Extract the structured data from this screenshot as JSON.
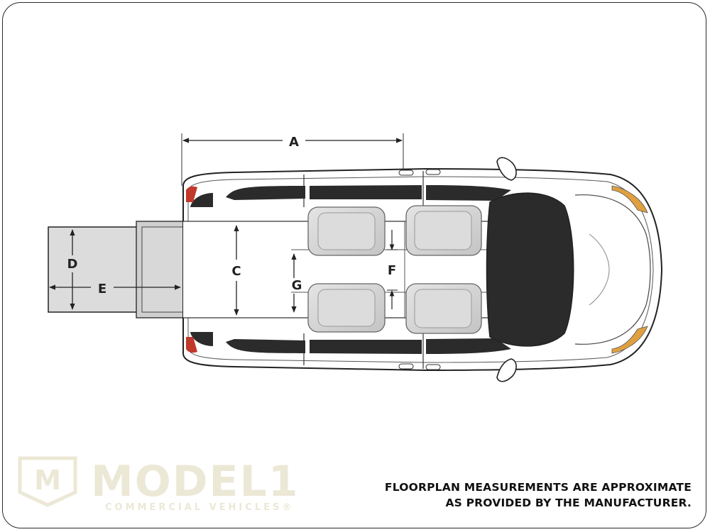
{
  "dimension_labels": {
    "a": "A",
    "c": "C",
    "d": "D",
    "e": "E",
    "f": "F",
    "g": "G"
  },
  "disclaimer": {
    "line1": "FLOORPLAN MEASUREMENTS ARE APPROXIMATE",
    "line2": "AS PROVIDED BY THE MANUFACTURER."
  },
  "logo": {
    "mark": "M",
    "word": "MODEL1",
    "sub": "COMMERCIAL VEHICLES®"
  },
  "colors": {
    "outline": "#222222",
    "glass": "#2b2b2b",
    "seat": "#d4d4d4",
    "ramp": "#dcdcdc",
    "taillight": "#c0392b",
    "headlight": "#e0a040",
    "logo": "#ece8d6"
  }
}
